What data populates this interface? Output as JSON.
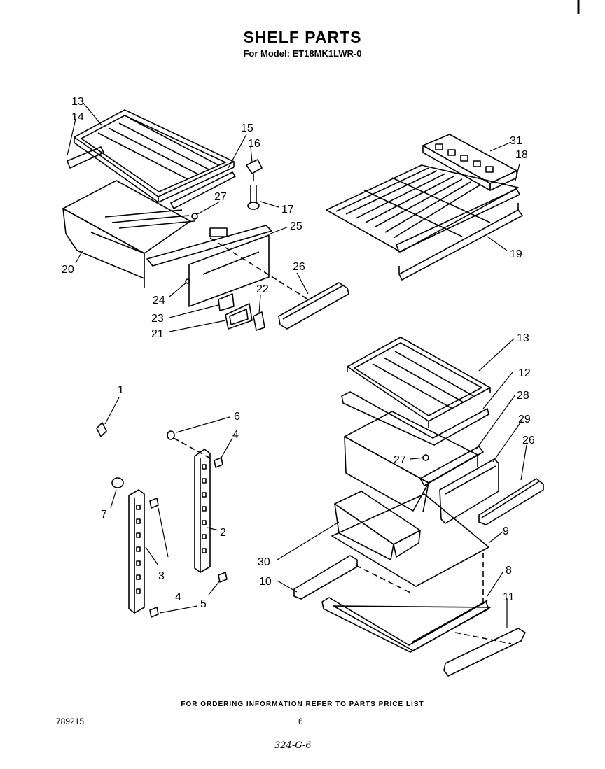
{
  "header": {
    "title": "SHELF PARTS",
    "model_line": "For Model: ET18MK1LWR-0"
  },
  "footer": {
    "ordering_note": "FOR ORDERING INFORMATION REFER TO PARTS PRICE LIST",
    "doc_number": "789215",
    "page_number": "6",
    "handwritten_note": "324-G-6"
  },
  "callouts": {
    "c13a": "13",
    "c14": "14",
    "c15": "15",
    "c16": "16",
    "c27a": "27",
    "c17": "17",
    "c25": "25",
    "c20": "20",
    "c24": "24",
    "c26a": "26",
    "c22": "22",
    "c23": "23",
    "c21": "21",
    "c31": "31",
    "c18": "18",
    "c19": "19",
    "c1": "1",
    "c6": "6",
    "c4a": "4",
    "c7": "7",
    "c2": "2",
    "c3": "3",
    "c4b": "4",
    "c5": "5",
    "c13b": "13",
    "c12": "12",
    "c28": "28",
    "c29": "29",
    "c26b": "26",
    "c27b": "27",
    "c9": "9",
    "c30": "30",
    "c10": "10",
    "c8": "8",
    "c11": "11"
  }
}
